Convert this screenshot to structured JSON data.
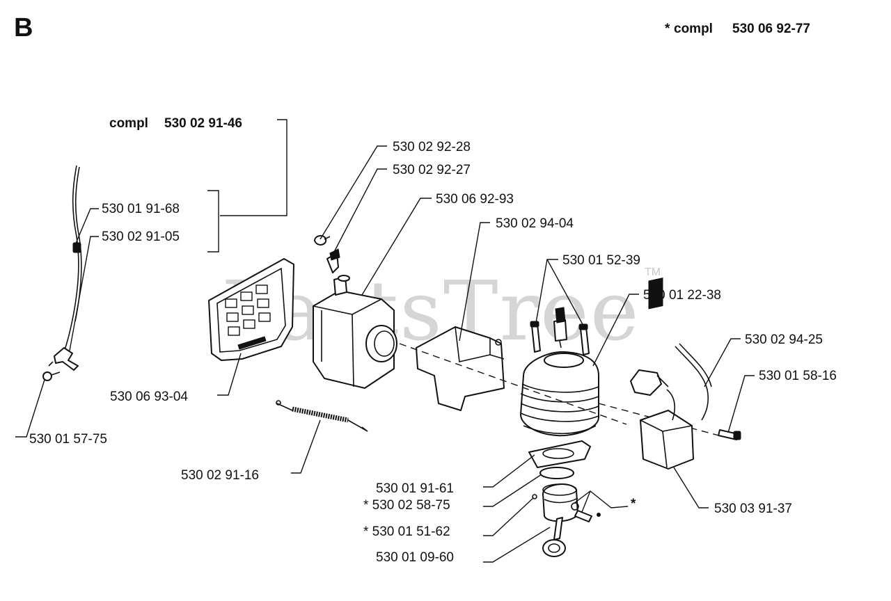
{
  "section_letter": "B",
  "assembly_header": {
    "prefix": "*",
    "word": "compl",
    "number": "530 06 92-77"
  },
  "watermark": {
    "text": "PartsTree",
    "tm": "TM"
  },
  "sub_assembly": {
    "word": "compl",
    "number": "530 02 91-46"
  },
  "callouts": {
    "p_530_02_92_28": "530 02 92-28",
    "p_530_02_92_27": "530 02 92-27",
    "p_530_06_92_93": "530 06 92-93",
    "p_530_02_94_04": "530 02 94-04",
    "p_530_01_52_39": "530 01 52-39",
    "p_530_01_22_38": "530 01 22-38",
    "p_530_02_94_25": "530 02 94-25",
    "p_530_01_58_16": "530 01 58-16",
    "p_530_01_91_68": "530 01 91-68",
    "p_530_02_91_05": "530 02 91-05",
    "p_530_06_93_04": "530 06 93-04",
    "p_530_01_57_75": "530 01 57-75",
    "p_530_02_91_16": "530 02 91-16",
    "p_530_01_91_61": "530 01 91-61",
    "p_530_02_58_75": "* 530 02 58-75",
    "p_530_01_51_62": "* 530 01 51-62",
    "p_530_01_09_60": "530 01 09-60",
    "p_530_03_91_37": "530 03 91-37",
    "star_marker": "*"
  }
}
